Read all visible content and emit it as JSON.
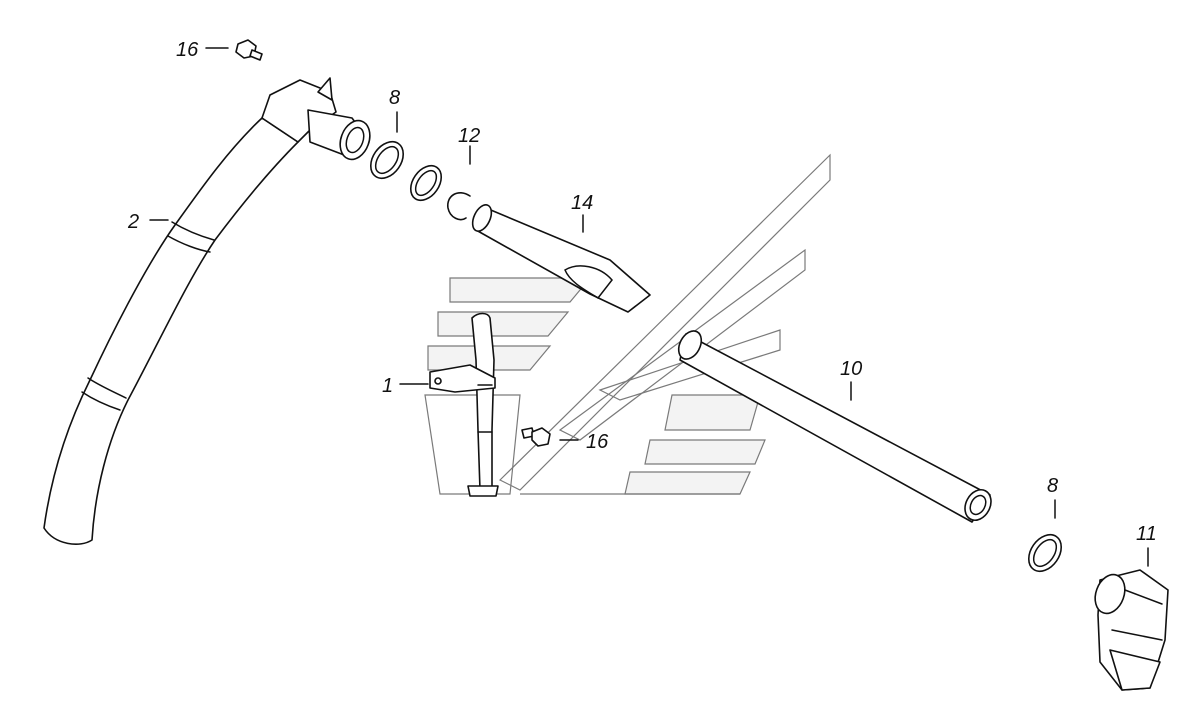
{
  "callouts": {
    "c16a": "16",
    "c2": "2",
    "c8a": "8",
    "c12": "12",
    "c14": "14",
    "c1": "1",
    "c16b": "16",
    "c10": "10",
    "c8b": "8",
    "c11": "11"
  },
  "colors": {
    "line": "#111111",
    "watermark": "#7a7a7a",
    "background": "#ffffff"
  }
}
